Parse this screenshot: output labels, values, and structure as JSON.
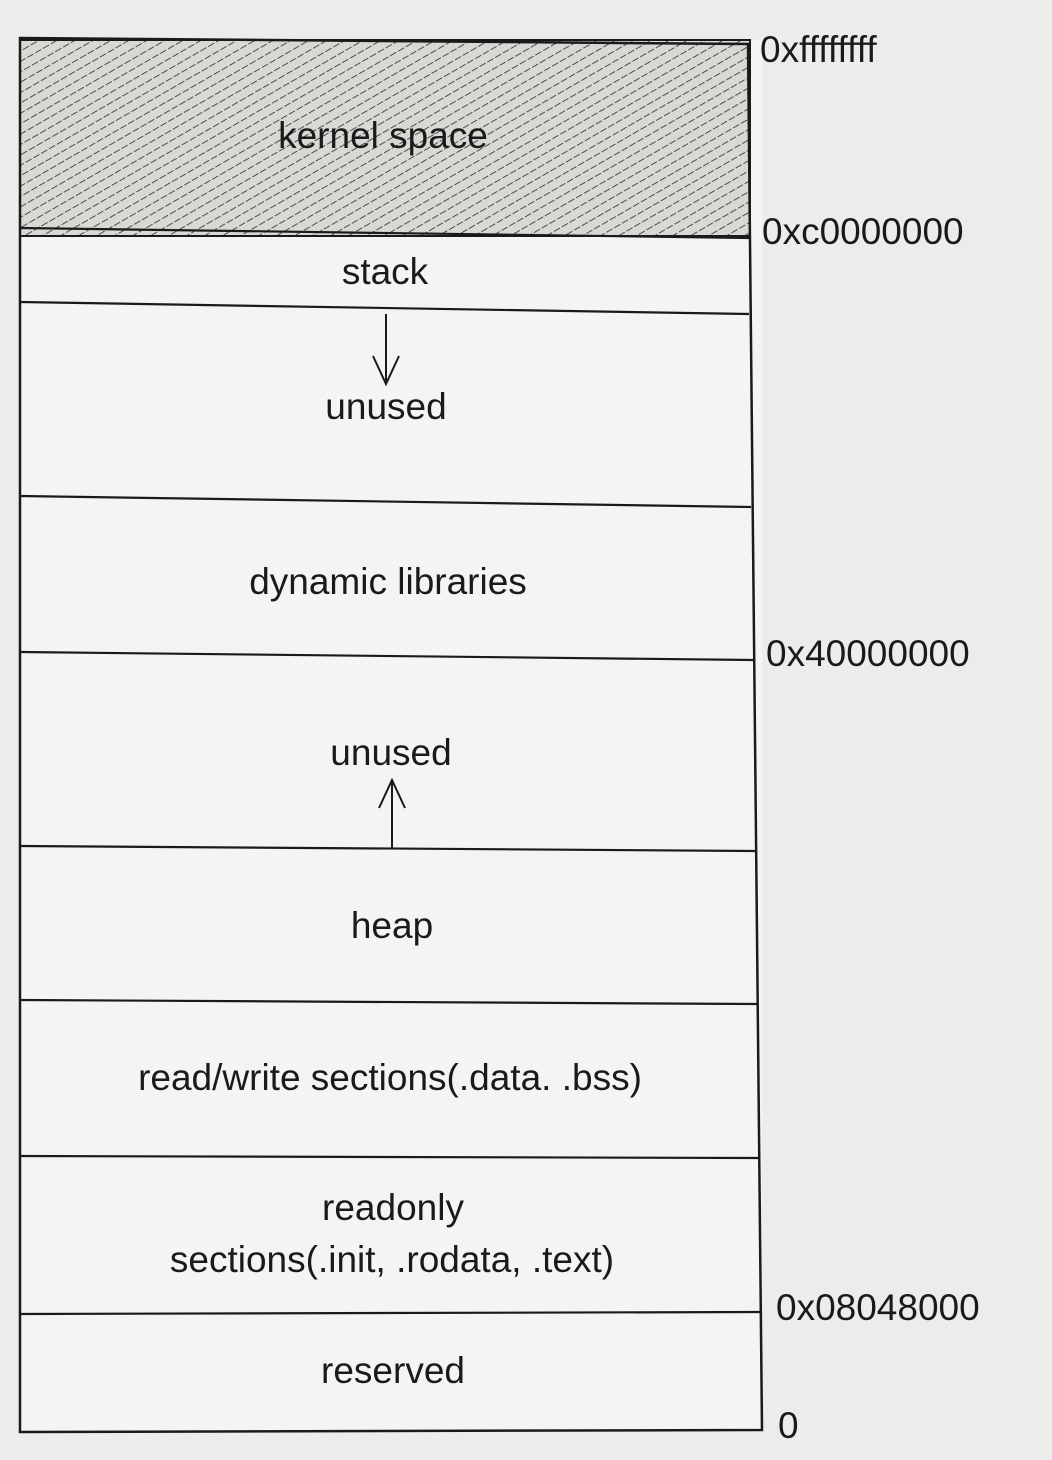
{
  "memory_layout": {
    "segments": [
      {
        "id": "kernel-space",
        "label": "kernel space",
        "hatched": true
      },
      {
        "id": "stack",
        "label": "stack"
      },
      {
        "id": "unused-top",
        "label": "unused",
        "arrow": "down"
      },
      {
        "id": "dynamic-libraries",
        "label": "dynamic libraries"
      },
      {
        "id": "unused-bottom",
        "label": "unused",
        "arrow": "up"
      },
      {
        "id": "heap",
        "label": "heap"
      },
      {
        "id": "rw-sections",
        "label": "read/write sections(.data. .bss)"
      },
      {
        "id": "readonly-sections",
        "label_lines": [
          "readonly",
          "sections(.init, .rodata, .text)"
        ]
      },
      {
        "id": "reserved",
        "label": "reserved"
      }
    ],
    "addresses": [
      {
        "id": "top",
        "label": "0xffffffff"
      },
      {
        "id": "kernel-boundary",
        "label": "0xc0000000"
      },
      {
        "id": "libs-boundary",
        "label": "0x40000000"
      },
      {
        "id": "text-start",
        "label": "0x08048000"
      },
      {
        "id": "zero",
        "label": "0"
      }
    ]
  },
  "colors": {
    "line": "#1a1a1a",
    "hatch": "#2a2a2a",
    "hatch_bg": "#d8d8d4",
    "box_bg": "#f4f4f2"
  }
}
